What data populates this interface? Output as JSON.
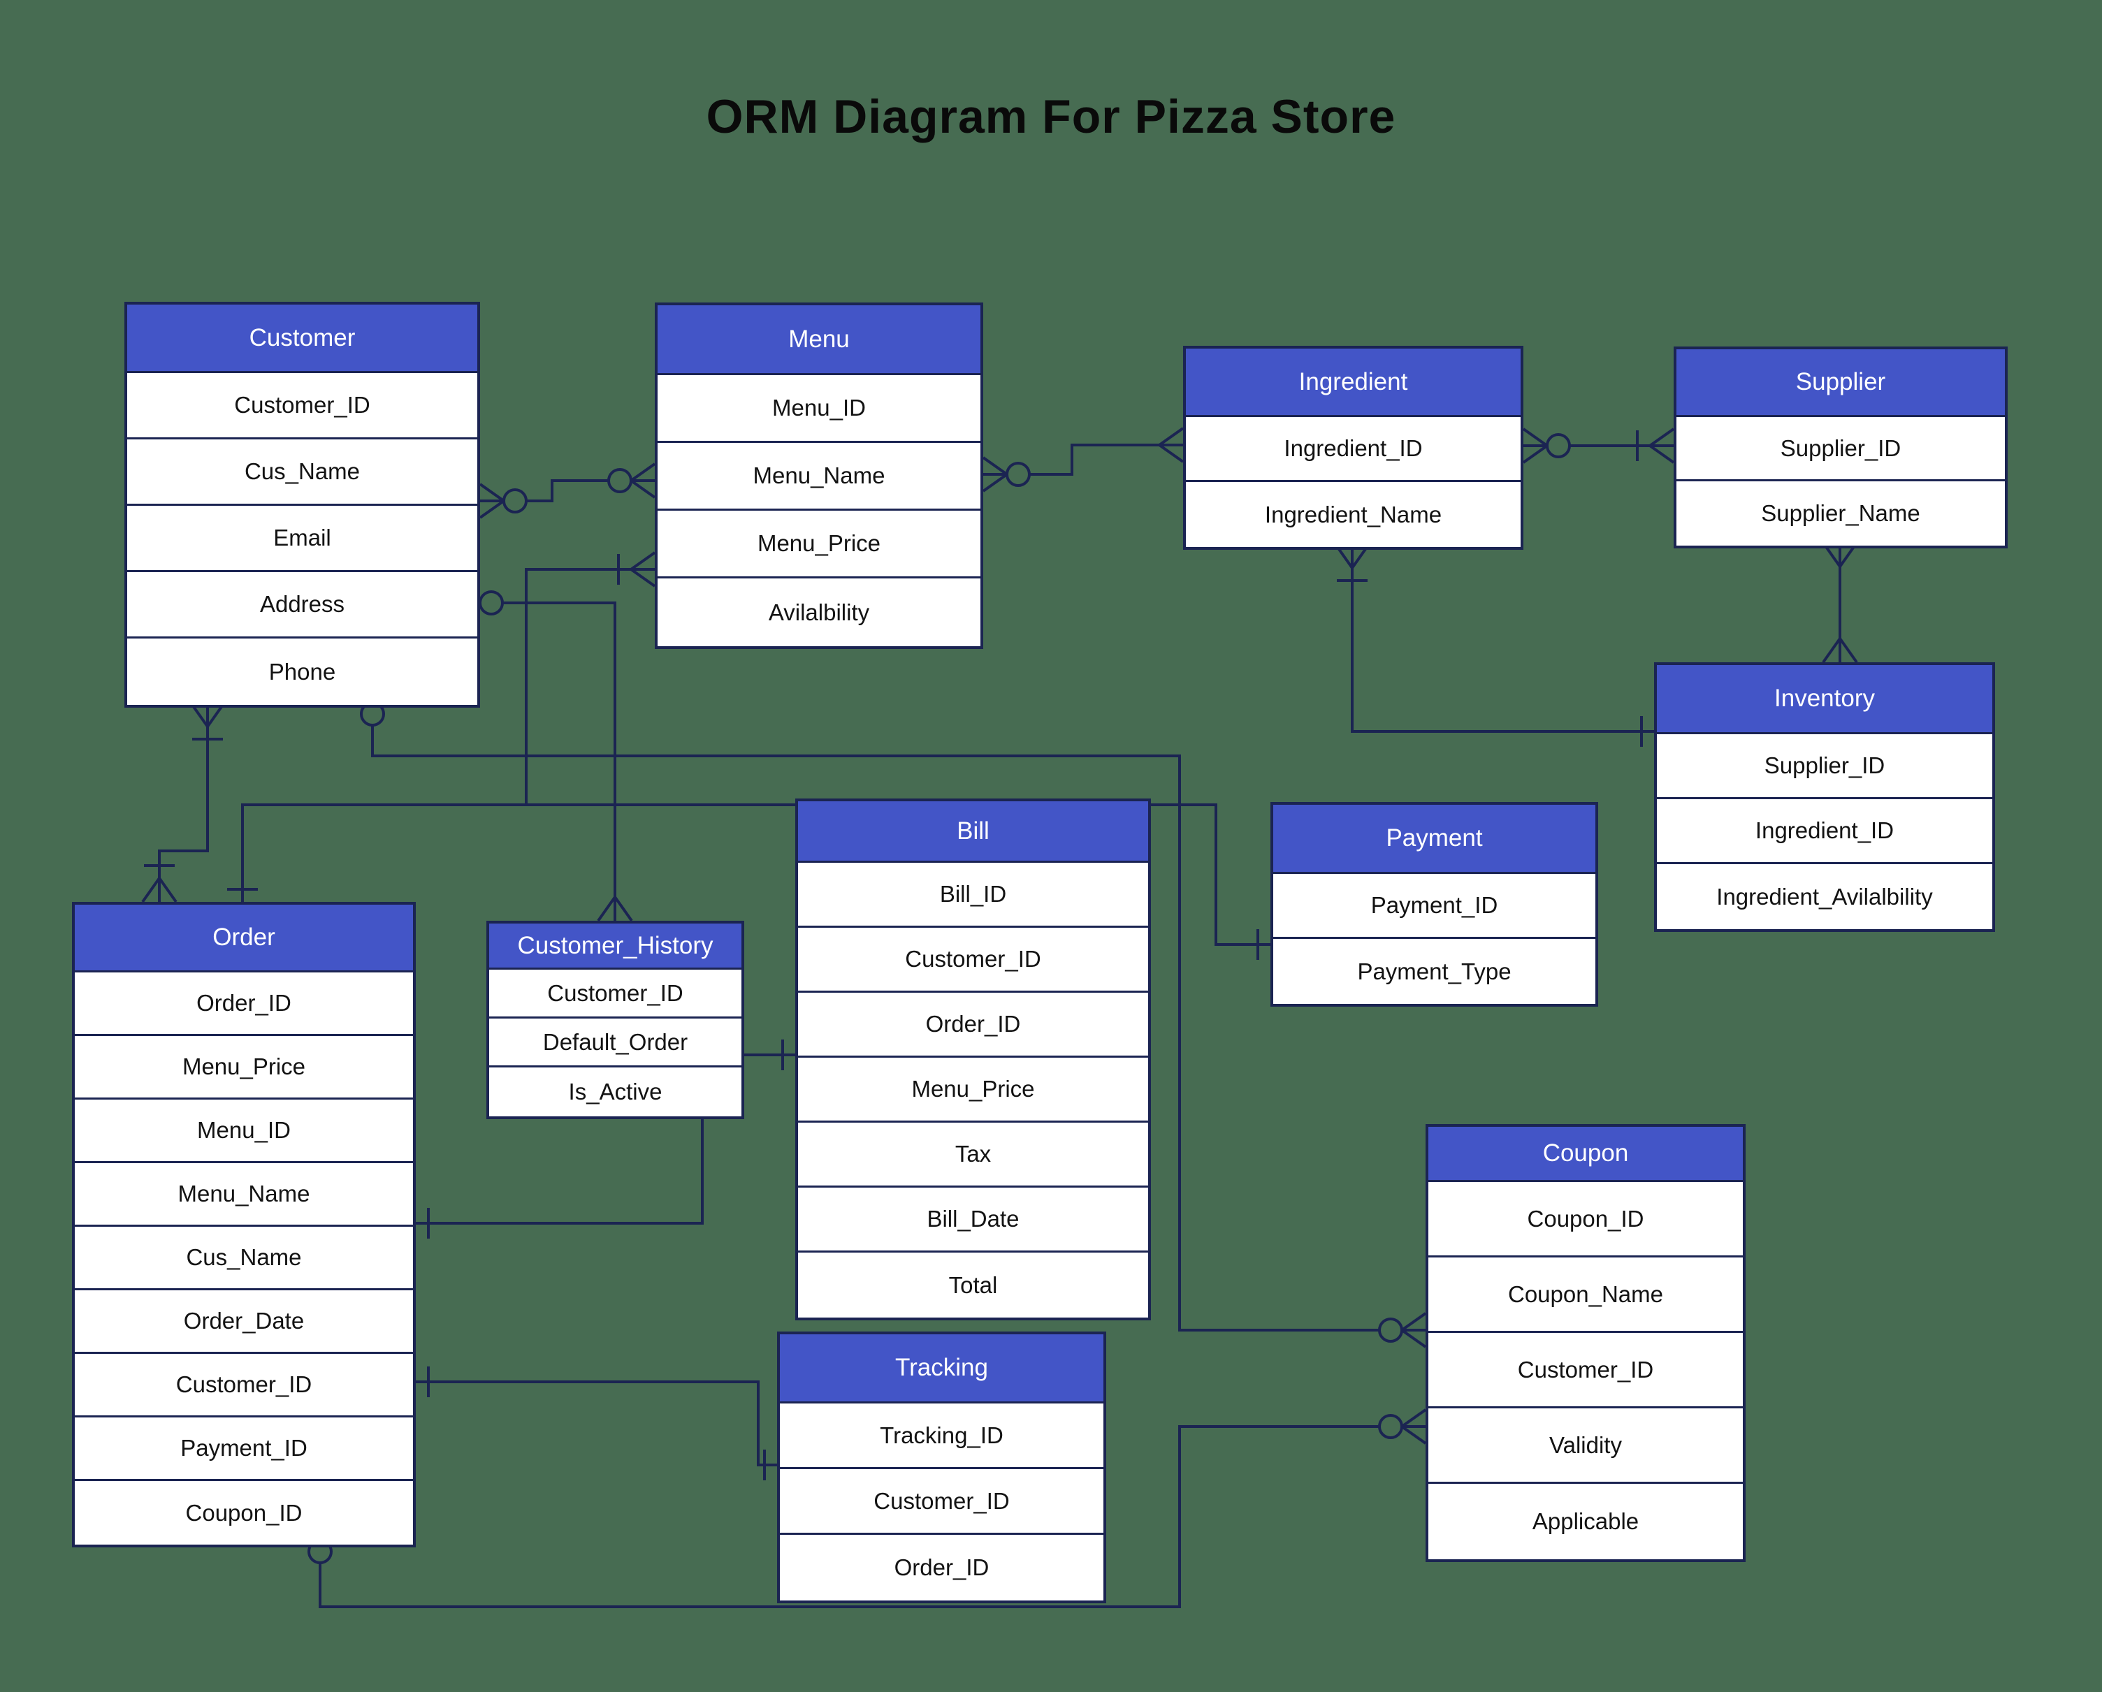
{
  "title": "ORM Diagram For Pizza Store",
  "colors": {
    "background": "#476C52",
    "entity_header": "#4355C7",
    "entity_header_text": "#FFFFFF",
    "entity_row_bg": "#FFFFFF",
    "entity_row_text": "#131313",
    "connector_line": "#1B2452",
    "title_text": "#0A0A0A"
  },
  "notation": "crow's foot",
  "entities": [
    {
      "id": "customer",
      "name": "Customer",
      "fields": [
        "Customer_ID",
        "Cus_Name",
        "Email",
        "Address",
        "Phone"
      ]
    },
    {
      "id": "menu",
      "name": "Menu",
      "fields": [
        "Menu_ID",
        "Menu_Name",
        "Menu_Price",
        "Avilalbility"
      ]
    },
    {
      "id": "ingredient",
      "name": "Ingredient",
      "fields": [
        "Ingredient_ID",
        "Ingredient_Name"
      ]
    },
    {
      "id": "supplier",
      "name": "Supplier",
      "fields": [
        "Supplier_ID",
        "Supplier_Name"
      ]
    },
    {
      "id": "inventory",
      "name": "Inventory",
      "fields": [
        "Supplier_ID",
        "Ingredient_ID",
        "Ingredient_Avilalbility"
      ]
    },
    {
      "id": "order",
      "name": "Order",
      "fields": [
        "Order_ID",
        "Menu_Price",
        "Menu_ID",
        "Menu_Name",
        "Cus_Name",
        "Order_Date",
        "Customer_ID",
        "Payment_ID",
        "Coupon_ID"
      ]
    },
    {
      "id": "customer_history",
      "name": "Customer_History",
      "fields": [
        "Customer_ID",
        "Default_Order",
        "Is_Active"
      ]
    },
    {
      "id": "bill",
      "name": "Bill",
      "fields": [
        "Bill_ID",
        "Customer_ID",
        "Order_ID",
        "Menu_Price",
        "Tax",
        "Bill_Date",
        "Total"
      ]
    },
    {
      "id": "payment",
      "name": "Payment",
      "fields": [
        "Payment_ID",
        "Payment_Type"
      ]
    },
    {
      "id": "tracking",
      "name": "Tracking",
      "fields": [
        "Tracking_ID",
        "Customer_ID",
        "Order_ID"
      ]
    },
    {
      "id": "coupon",
      "name": "Coupon",
      "fields": [
        "Coupon_ID",
        "Coupon_Name",
        "Customer_ID",
        "Validity",
        "Applicable"
      ]
    }
  ],
  "connectors": [
    {
      "id": "customer-menu",
      "from": "customer",
      "to": "menu",
      "from_card": "zero-or-many",
      "to_card": "zero-or-many"
    },
    {
      "id": "menu-order",
      "from": "menu",
      "to": "order",
      "from_card": "one-or-many",
      "to_card": "one"
    },
    {
      "id": "menu-bill",
      "from": "menu",
      "to": "bill",
      "from_card": "none",
      "to_card": "none"
    },
    {
      "id": "customer-order",
      "from": "customer",
      "to": "order",
      "from_card": "one-or-many",
      "to_card": "one-or-many"
    },
    {
      "id": "customer-customer_history",
      "from": "customer",
      "to": "customer_history",
      "from_card": "zero-one",
      "to_card": "many"
    },
    {
      "id": "customer-coupon",
      "from": "customer",
      "to": "coupon",
      "from_card": "zero-one",
      "to_card": "zero-or-many"
    },
    {
      "id": "order-coupon",
      "from": "order",
      "to": "coupon",
      "from_card": "zero-one",
      "to_card": "zero-or-many"
    },
    {
      "id": "order-bill",
      "from": "order",
      "to": "bill",
      "from_card": "one",
      "to_card": "one"
    },
    {
      "id": "order-tracking",
      "from": "order",
      "to": "tracking",
      "from_card": "one",
      "to_card": "one"
    },
    {
      "id": "bill-payment",
      "from": "bill",
      "to": "payment",
      "from_card": "none",
      "to_card": "one"
    },
    {
      "id": "menu-ingredient",
      "from": "menu",
      "to": "ingredient",
      "from_card": "zero-or-many",
      "to_card": "many"
    },
    {
      "id": "ingredient-supplier",
      "from": "ingredient",
      "to": "supplier",
      "from_card": "zero-or-many",
      "to_card": "one-or-many"
    },
    {
      "id": "ingredient-inventory",
      "from": "ingredient",
      "to": "inventory",
      "from_card": "one-or-many",
      "to_card": "one"
    },
    {
      "id": "supplier-inventory",
      "from": "supplier",
      "to": "inventory",
      "from_card": "many",
      "to_card": "many"
    }
  ]
}
